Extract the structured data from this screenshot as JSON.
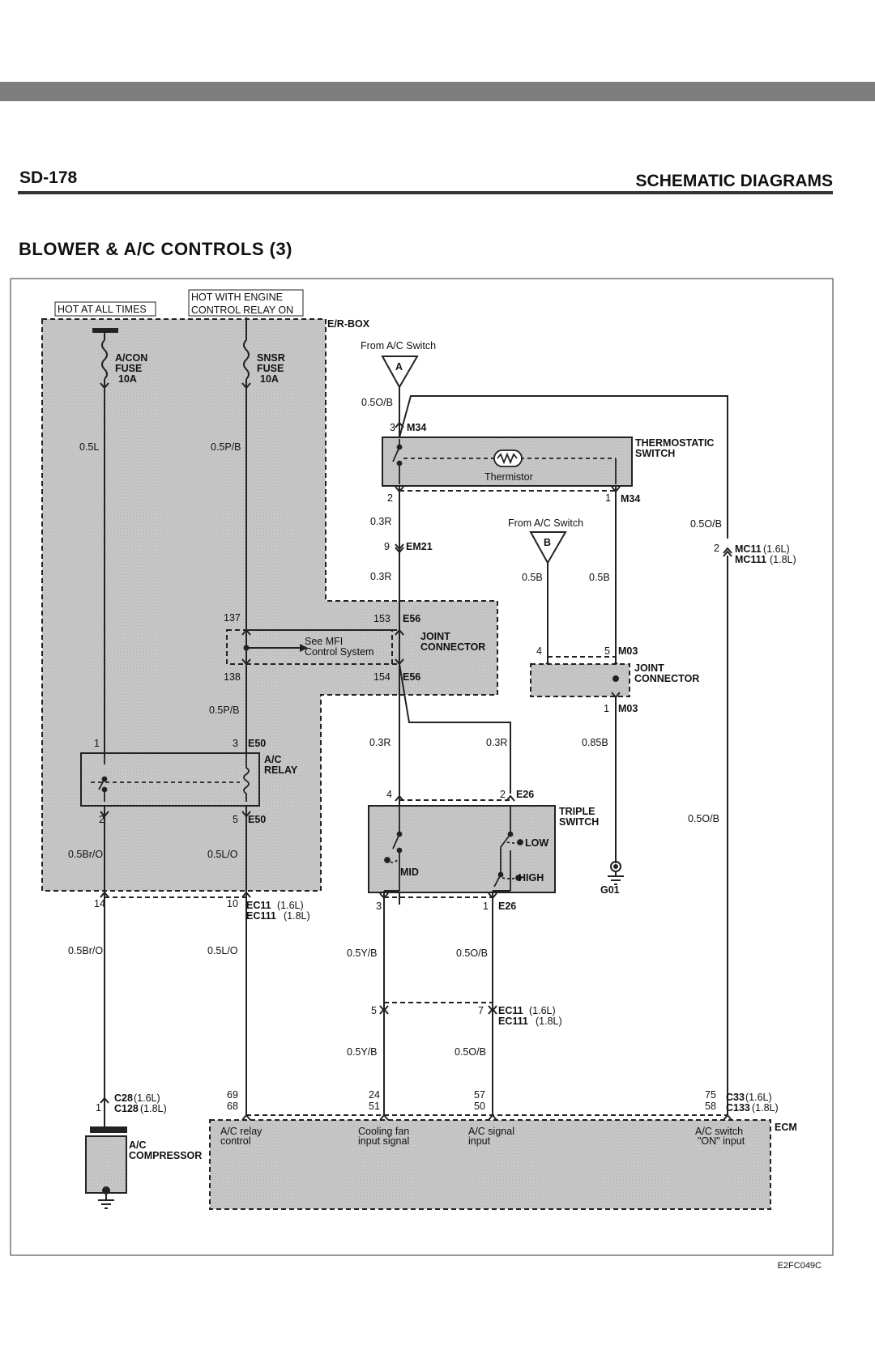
{
  "header": {
    "code": "SD-178",
    "section": "SCHEMATIC DIAGRAMS"
  },
  "title": "BLOWER & A/C CONTROLS (3)",
  "figure_code": "E2FC049C",
  "power": {
    "always": "HOT AT ALL TIMES",
    "engine_line1": "HOT WITH ENGINE",
    "engine_line2": "CONTROL RELAY ON",
    "box": "E/R-BOX"
  },
  "fuses": {
    "acon": [
      "A/CON",
      "FUSE",
      "10A"
    ],
    "snsr": [
      "SNSR",
      "FUSE",
      "10A"
    ]
  },
  "sources": {
    "a_label": "From A/C Switch",
    "a_letter": "A",
    "b_label": "From A/C Switch",
    "b_letter": "B"
  },
  "wires": {
    "w05l": "0.5L",
    "w05pb_top": "0.5P/B",
    "w05ob_a": "0.5O/B",
    "w03r_1": "0.3R",
    "w03r_2": "0.3R",
    "w05ob_right": "0.5O/B",
    "w05b_1": "0.5B",
    "w05b_2": "0.5B",
    "w05pb_mid": "0.5P/B",
    "w03r_3": "0.3R",
    "w03r_4": "0.3R",
    "w085b": "0.85B",
    "w05ob_right2": "0.5O/B",
    "w05bro_1": "0.5Br/O",
    "w05lo_1": "0.5L/O",
    "w05bro_2": "0.5Br/O",
    "w05lo_2": "0.5L/O",
    "w05yb_1": "0.5Y/B",
    "w05ob_1": "0.5O/B",
    "w05yb_2": "0.5Y/B",
    "w05ob_2": "0.5O/B"
  },
  "components": {
    "thermo": [
      "THERMOSTATIC",
      "SWITCH"
    ],
    "thermistor": "Thermistor",
    "joint1": [
      "JOINT",
      "CONNECTOR"
    ],
    "joint2": [
      "JOINT",
      "CONNECTOR"
    ],
    "mfi": [
      "See MFI",
      "Control System"
    ],
    "relay": [
      "A/C",
      "RELAY"
    ],
    "triple": [
      "TRIPLE",
      "SWITCH"
    ],
    "low": "LOW",
    "mid": "MID",
    "high": "HIGH",
    "ground": "G01",
    "compressor": [
      "A/C",
      "COMPRESSOR"
    ],
    "ecm": "ECM"
  },
  "connectors": {
    "m34": "M34",
    "m34b": "M34",
    "em21": "EM21",
    "e56a": "E56",
    "e56b": "E56",
    "mc11": "MC11",
    "mc11_var": "(1.6L)",
    "mc111": "MC111",
    "mc111_var": "(1.8L)",
    "m03a": "M03",
    "m03b": "M03",
    "e50a": "E50",
    "e50b": "E50",
    "e26a": "E26",
    "e26b": "E26",
    "ec11": "EC11",
    "ec11_var": "(1.6L)",
    "ec111": "EC111",
    "ec111_var": "(1.8L)",
    "ec11b": "EC11",
    "ec11b_var": "(1.6L)",
    "ec111b": "EC111",
    "ec111b_var": "(1.8L)",
    "c28": "C28",
    "c28_var": "(1.6L)",
    "c128": "C128",
    "c128_var": "(1.8L)",
    "c33": "C33",
    "c33_var": "(1.6L)",
    "c133": "C133",
    "c133_var": "(1.8L)"
  },
  "pins": {
    "p3": "3",
    "p2": "2",
    "p1": "1",
    "p9": "9",
    "p137": "137",
    "p153": "153",
    "p138": "138",
    "p154": "154",
    "mc2": "2",
    "m4": "4",
    "m5": "5",
    "m1": "1",
    "r1": "1",
    "r3": "3",
    "r2": "2",
    "r5": "5",
    "t4": "4",
    "t2": "2",
    "t3": "3",
    "t1": "1",
    "e14": "14",
    "e10": "10",
    "e5": "5",
    "e7": "7",
    "c1": "1",
    "ecm69": "69",
    "ecm68": "68",
    "ecm24": "24",
    "ecm51": "51",
    "ecm57": "57",
    "ecm50": "50",
    "ecm75": "75",
    "ecm58": "58"
  },
  "ecm_inputs": {
    "relay": [
      "A/C relay",
      "control"
    ],
    "fan": [
      "Cooling fan",
      "input signal"
    ],
    "signal": [
      "A/C signal",
      "input"
    ],
    "switch": [
      "A/C switch",
      "\"ON\" input"
    ]
  }
}
